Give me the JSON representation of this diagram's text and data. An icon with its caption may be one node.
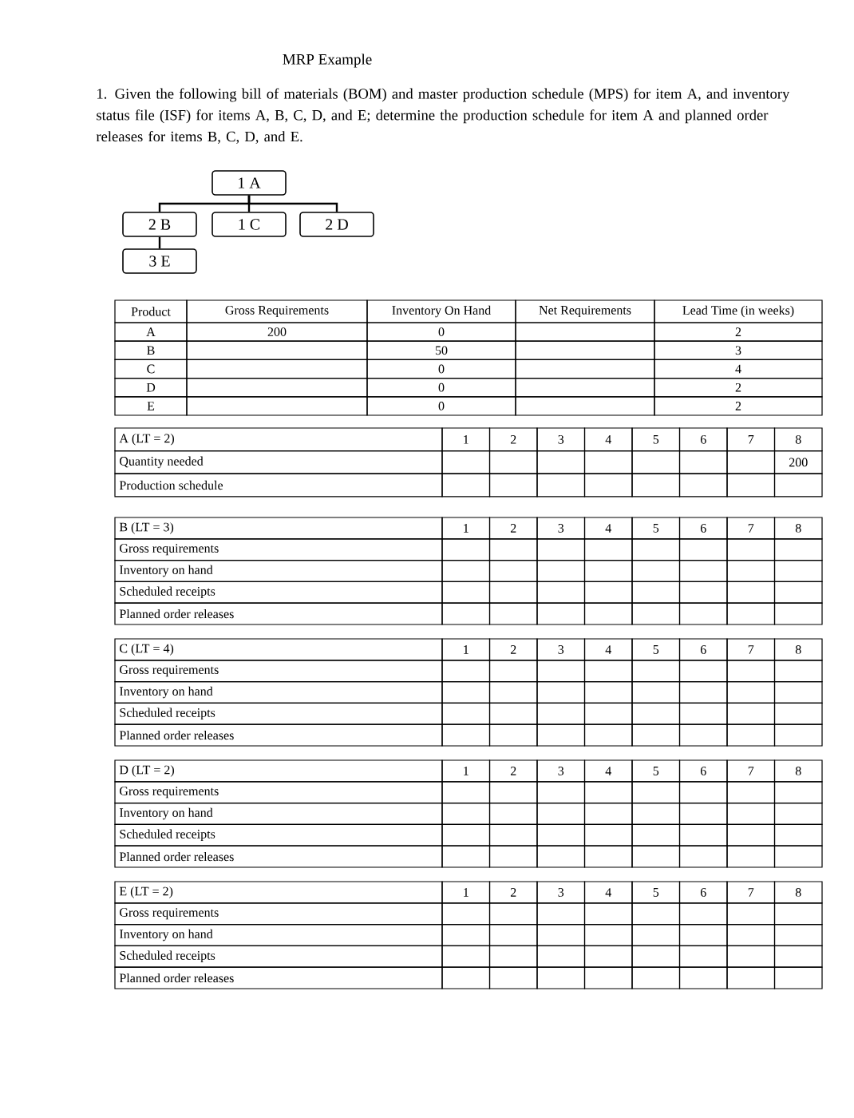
{
  "diagram": {
    "title": "MRP Example",
    "nodes": [
      {
        "text": [
          "1 A"
        ]
      },
      {
        "text": [
          "2 B"
        ]
      },
      {
        "text": [
          "1 C"
        ]
      },
      {
        "text": [
          "2 D"
        ]
      },
      {
        "text": [
          "3 E"
        ]
      }
    ],
    "edges": [
      {
        "from": 0,
        "to": 1,
        "arrow": "none"
      },
      {
        "from": 0,
        "to": 2,
        "arrow": "none"
      },
      {
        "from": 0,
        "to": 3,
        "arrow": "none"
      },
      {
        "from": 1,
        "to": 4,
        "arrow": "none"
      }
    ],
    "labels": [
      "1. Given the following bill of materials (BOM) and master production schedule (MPS) for item A, and inventory status file (ISF) for items A, B, C, D, and E; determine the production schedule for item A and planned order releases for items B, C, D, and E.",
      "Product",
      "Gross Requirements",
      "Inventory On Hand",
      "Net Requirements",
      "Lead Time (in weeks)",
      "A",
      "200",
      "0",
      "2",
      "B",
      "50",
      "3",
      "C",
      "0",
      "4",
      "D",
      "0",
      "2",
      "E",
      "0",
      "2",
      "A (LT = 2)",
      "1",
      "2",
      "3",
      "4",
      "5",
      "6",
      "7",
      "8",
      "Quantity needed",
      "200",
      "Production schedule",
      "B (LT = 3)",
      "1",
      "2",
      "3",
      "4",
      "5",
      "6",
      "7",
      "8",
      "Gross requirements",
      "Inventory on hand",
      "Scheduled receipts",
      "Planned order releases",
      "C (LT = 4)",
      "1",
      "2",
      "3",
      "4",
      "5",
      "6",
      "7",
      "8",
      "Gross requirements",
      "Inventory on hand",
      "Scheduled receipts",
      "Planned order releases",
      "D (LT = 2)",
      "1",
      "2",
      "3",
      "4",
      "5",
      "6",
      "7",
      "8",
      "Gross requirements",
      "Inventory on hand",
      "Scheduled receipts",
      "Planned order releases",
      "E (LT = 2)",
      "1",
      "2",
      "3",
      "4",
      "5",
      "6",
      "7",
      "8",
      "Gross requirements",
      "Inventory on hand",
      "Scheduled receipts",
      "Planned order releases"
    ]
  }
}
